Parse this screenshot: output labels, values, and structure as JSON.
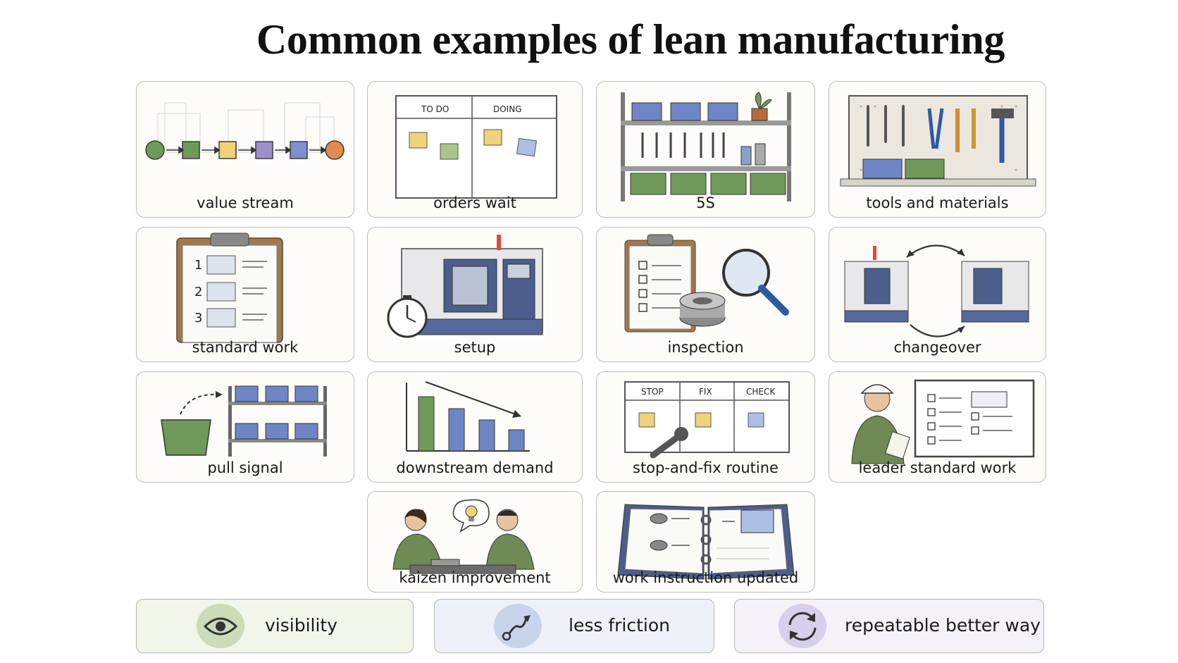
{
  "title": "Common examples of lean manufacturing",
  "cards": {
    "value_stream": "value stream",
    "orders_wait": "orders wait",
    "five_s": "5S",
    "tools_materials": "tools and materials",
    "standard_work": "standard work",
    "setup": "setup",
    "inspection": "inspection",
    "changeover": "changeover",
    "pull_signal": "pull signal",
    "downstream_demand": "downstream demand",
    "stop_fix": "stop-and-fix routine",
    "leader_standard_work": "leader standard work",
    "kaizen": "kaizen improvement",
    "work_instruction": "work instruction updated"
  },
  "board_labels": {
    "todo": "TO DO",
    "doing": "DOING",
    "stop": "STOP",
    "fix": "FIX",
    "check": "CHECK",
    "step1": "1",
    "step2": "2",
    "step3": "3"
  },
  "outcomes": {
    "visibility": "visibility",
    "less_friction": "less friction",
    "repeatable": "repeatable better way"
  },
  "colors": {
    "green": "#6f9a5a",
    "blue": "#6e86c6",
    "yellow": "#f0d27a",
    "purple": "#9d8fcf",
    "orange": "#e58a4e"
  }
}
